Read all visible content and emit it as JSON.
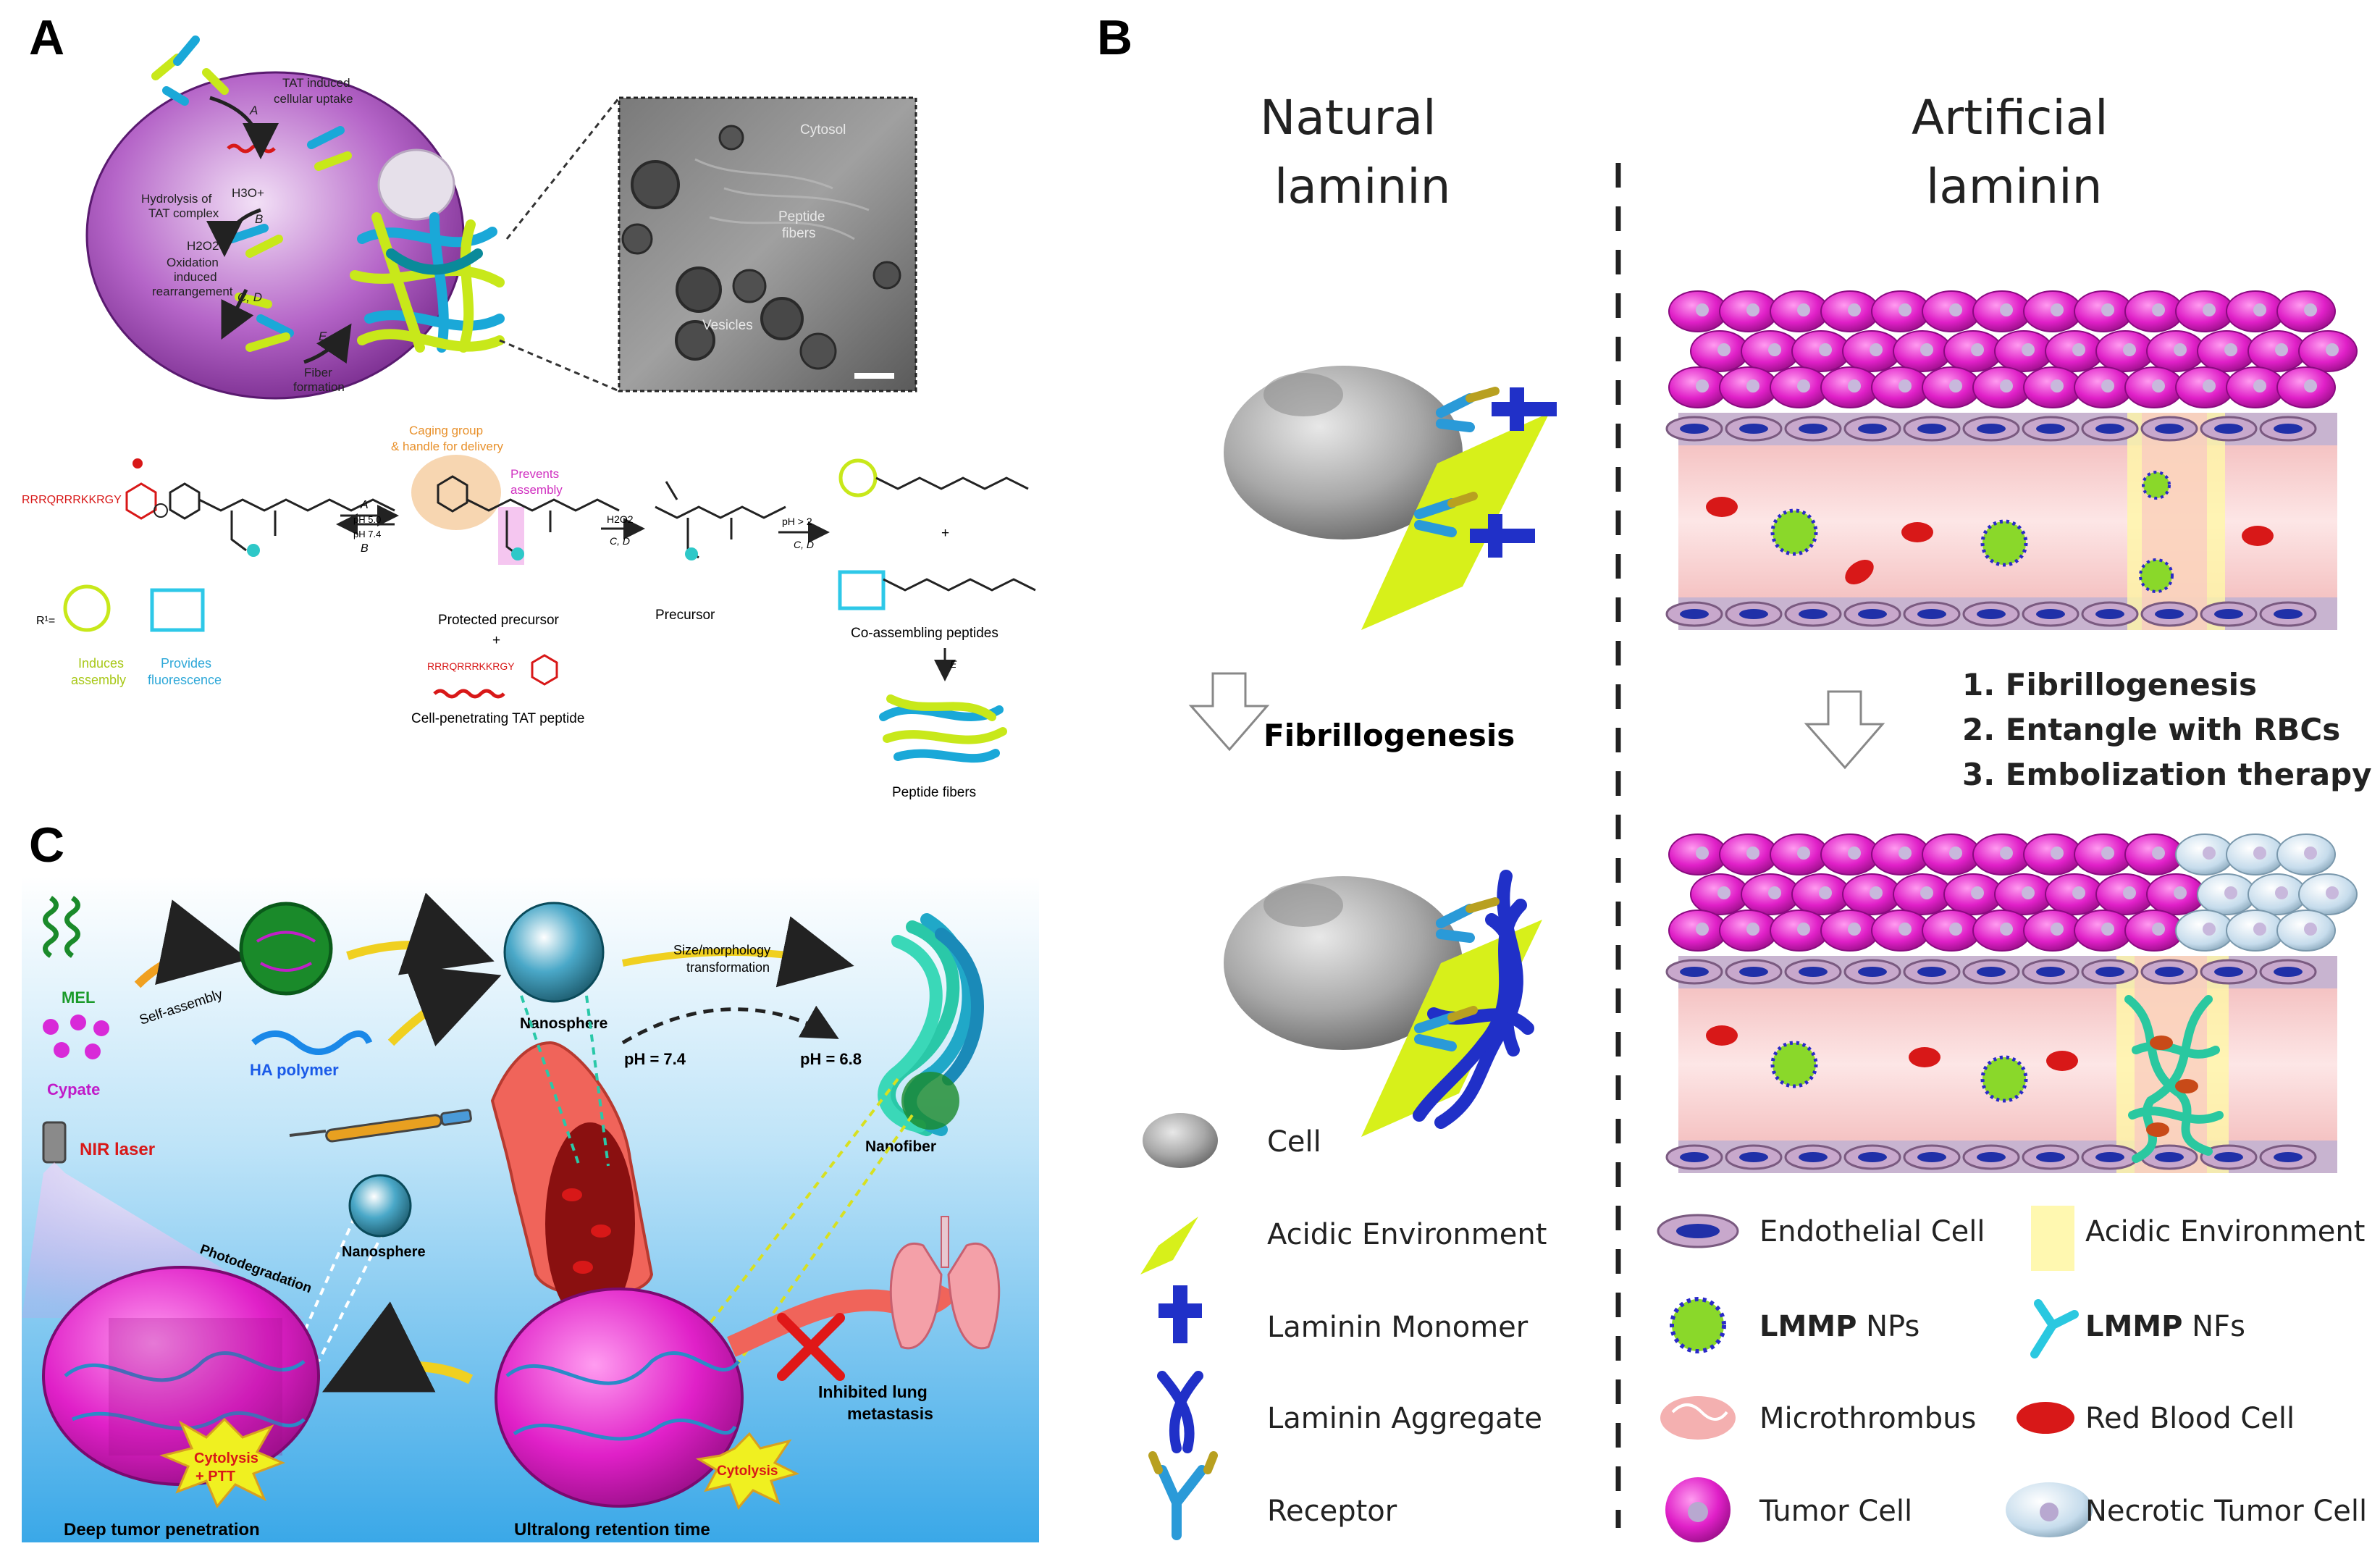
{
  "panel_letters": {
    "a": "A",
    "b": "B",
    "c": "C"
  },
  "panel_a": {
    "tat_uptake": [
      "TAT induced",
      "cellular uptake"
    ],
    "hydrolysis": [
      "Hydrolysis of",
      "TAT complex"
    ],
    "h3o": "H3O+",
    "h2o2": "H2O2",
    "oxidation": [
      "Oxidation",
      "induced",
      "rearrangement"
    ],
    "fiber_formation": [
      "Fiber",
      "formation"
    ],
    "step_a": "A",
    "step_b": "B",
    "step_cd": "C, D",
    "step_e": "E",
    "micro": {
      "cytosol": "Cytosol",
      "peptide_fibers": [
        "Peptide",
        "fibers"
      ],
      "vesicles": "Vesicles"
    },
    "caging": [
      "Caging group",
      "& handle for delivery"
    ],
    "prevents": [
      "Prevents",
      "assembly"
    ],
    "tat_seq": "RRRQRRRKKRGY",
    "ph50": "pH 5.0",
    "ph74": "pH 7.4",
    "protected_precursor": "Protected precursor",
    "plus": "+",
    "tat_seq2": "RRRQRRRKKRGY",
    "cell_penetrating": "Cell-penetrating TAT peptide",
    "h2o2_b": "H2O2",
    "precursor": "Precursor",
    "ph2": "pH > 2",
    "co_assembling": "Co-assembling peptides",
    "peptide_fibers": "Peptide fibers",
    "r_label": "R¹=",
    "induces": [
      "Induces",
      "assembly"
    ],
    "provides": [
      "Provides",
      "fluorescence"
    ]
  },
  "panel_b": {
    "natural_title": [
      "Natural",
      "laminin"
    ],
    "artificial_title": [
      "Artificial",
      "laminin"
    ],
    "fibrillogenesis": "Fibrillogenesis",
    "steps": [
      "1. Fibrillogenesis",
      "2. Entangle with RBCs",
      "3. Embolization therapy"
    ],
    "legend_left": [
      "Cell",
      "Acidic Environment",
      "Laminin Monomer",
      "Laminin Aggregate",
      "Receptor"
    ],
    "legend_right": [
      {
        "bold": "",
        "text": "Endothelial Cell"
      },
      {
        "bold": "",
        "text": "Acidic Environment"
      },
      {
        "bold": "LMMP",
        "text": " NPs"
      },
      {
        "bold": "LMMP",
        "text": " NFs"
      },
      {
        "bold": "",
        "text": "Microthrombus"
      },
      {
        "bold": "",
        "text": "Red Blood Cell"
      },
      {
        "bold": "",
        "text": "Tumor Cell"
      },
      {
        "bold": "",
        "text": "Necrotic Tumor Cell"
      }
    ]
  },
  "panel_c": {
    "mel": "MEL",
    "cypate": "Cypate",
    "self_assembly": "Self-assembly",
    "ha_polymer": "HA polymer",
    "nanosphere": "Nanosphere",
    "size_morph": [
      "Size/morphology",
      "transformation"
    ],
    "ph74": "pH = 7.4",
    "ph68": "pH = 6.8",
    "nanofiber": "Nanofiber",
    "nir_laser": "NIR laser",
    "nanosphere2": "Nanosphere",
    "photodegradation": "Photodegradation",
    "cytolysis_ptt": [
      "Cytolysis",
      "+ PTT"
    ],
    "cytolysis": "Cytolysis",
    "inhibited": [
      "Inhibited lung",
      "metastasis"
    ],
    "deep_tumor": "Deep tumor penetration",
    "ultralong": "Ultralong retention time"
  },
  "colors": {
    "magenta": "#e020c8",
    "cell_purple": "#9b3fb0",
    "sky": "#3aa8e8",
    "yellow": "#d7f01a",
    "blue_laminin": "#2030c8",
    "vessel_pink": "#f6c8c8",
    "red": "#d81818",
    "green_np": "#7cc820"
  }
}
